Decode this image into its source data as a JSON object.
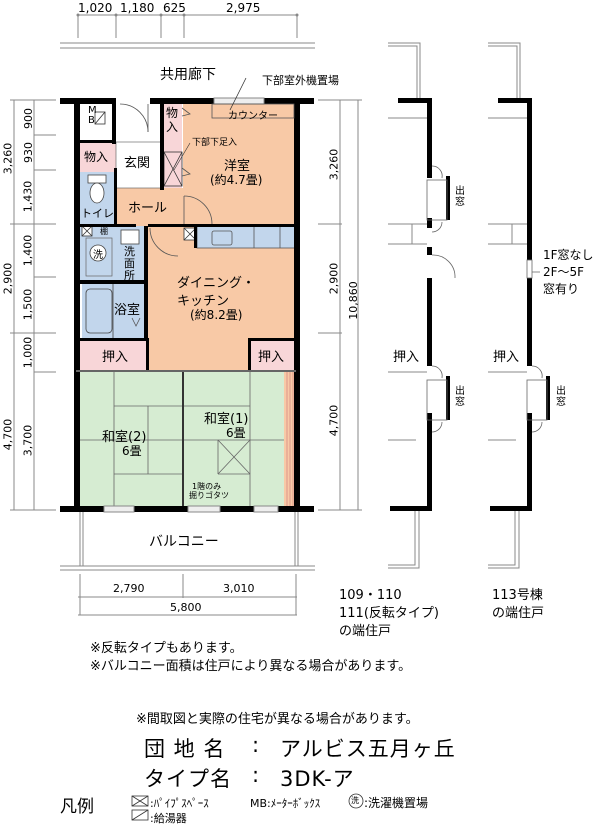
{
  "plan": {
    "top_dimensions": [
      "1,020",
      "1,180",
      "625",
      "2,975"
    ],
    "corridor_label": "共用廊下",
    "outdoor_unit_label": "下部室外機置場",
    "counter_label": "カウンター",
    "under_storage_label": "下部下足入",
    "rooms": {
      "mb": "MB",
      "storage_small_1": "物入",
      "storage_small_2": "物入",
      "entrance": "玄関",
      "toilet": "トイレ",
      "hall": "ホール",
      "shelf": "棚",
      "washing": "洗",
      "washroom": "洗面所",
      "bath": "浴室",
      "western_room": "洋室",
      "western_room_size": "(約4.7畳)",
      "dk_line1": "ダイニング・",
      "dk_line2": "キッチン",
      "dk_size": "(約8.2畳)",
      "closet_left": "押入",
      "closet_right": "押入",
      "washitsu2": "和室(2)",
      "washitsu2_size": "6畳",
      "washitsu1": "和室(1)",
      "washitsu1_size": "6畳",
      "kotatsu_line1": "1階のみ",
      "kotatsu_line2": "掘りゴタツ",
      "balcony": "バルコニー"
    },
    "left_dimensions_outer": [
      "3,260",
      "2,900",
      "4,700"
    ],
    "left_dimensions_inner": [
      "900",
      "930",
      "1,430",
      "1,400",
      "1,500",
      "1,000",
      "3,700"
    ],
    "right_dimensions": [
      "3,260",
      "2,900",
      "4,700"
    ],
    "right_total": "10,860",
    "bottom_dimensions": [
      "2,790",
      "3,010"
    ],
    "bottom_total": "5,800"
  },
  "variants": {
    "left": {
      "closet": "押入",
      "bay_window_1": "出窓",
      "bay_window_2": "出窓",
      "caption": [
        "109・110",
        "111(反転タイプ)",
        "の端住戸"
      ]
    },
    "right": {
      "closet": "押入",
      "bay_window": "出窓",
      "window_note": [
        "1F窓なし",
        "2F～5F",
        "窓有り"
      ],
      "caption": [
        "113号棟",
        "の端住戸"
      ]
    }
  },
  "notes": {
    "reverse_type": "※反転タイプもあります。",
    "balcony_area": "※バルコニー面積は住戸により異なる場合があります。",
    "disclaimer": "※間取図と実際の住宅が異なる場合があります。"
  },
  "info": {
    "estate_label": "団 地 名",
    "estate_sep": ":",
    "estate_value": "アルビス五月ヶ丘",
    "type_label": "タイプ名",
    "type_sep": ":",
    "type_value": "3DK-ア"
  },
  "legend": {
    "title": "凡例",
    "pipe_space": ":ﾊﾟｲﾌﾟｽﾍﾟｰｽ",
    "mb": "MB:ﾒｰﾀｰﾎﾞｯｸｽ",
    "washer_symbol": "洗",
    "washer": ":洗濯機置場",
    "water_heater": ":給湯器"
  },
  "colors": {
    "wall": "#000000",
    "western_dk": "#f8c9a6",
    "wet_area": "#c2d6ec",
    "closet": "#f8d6d8",
    "tatami": "#d6ecd2",
    "dim_line": "#888888"
  }
}
